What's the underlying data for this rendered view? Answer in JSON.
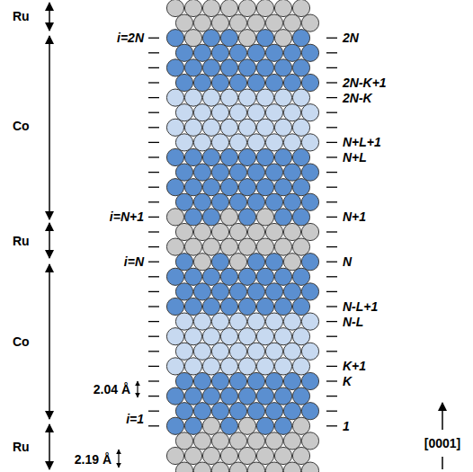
{
  "diagram": {
    "labels": [
      "Ru",
      "i=2N",
      "2N",
      "2N-K+1",
      "2N-K",
      "Co",
      "N+L+1",
      "N+L",
      "i=N+1",
      "N+1",
      "Ru",
      "i=N",
      "N",
      "N-L+1",
      "Co",
      "N-L",
      "2.04 Å",
      "K+1",
      "K",
      "i=1",
      "1",
      "[0001]",
      "Ru",
      "2.19 Å"
    ]
  }
}
